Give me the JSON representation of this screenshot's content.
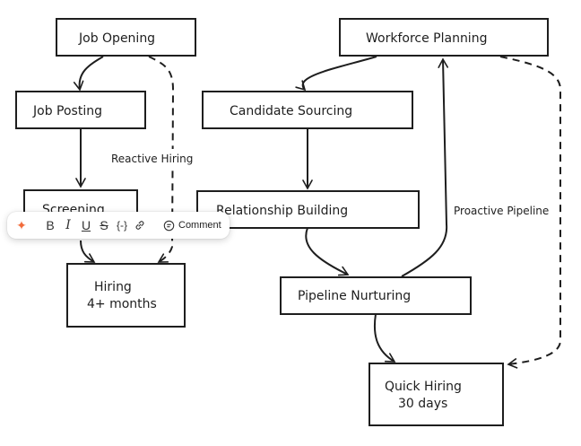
{
  "diagram": {
    "nodes": [
      {
        "id": "job_opening",
        "label": "Job Opening"
      },
      {
        "id": "job_posting",
        "label": "Job Posting"
      },
      {
        "id": "screening",
        "label": "Screening"
      },
      {
        "id": "hiring_line1",
        "label": "Hiring"
      },
      {
        "id": "hiring_line2",
        "label": "4+ months"
      },
      {
        "id": "workforce_planning",
        "label": "Workforce Planning"
      },
      {
        "id": "candidate_sourcing",
        "label": "Candidate Sourcing"
      },
      {
        "id": "relationship_building",
        "label": "Relationship Building"
      },
      {
        "id": "pipeline_nurturing",
        "label": "Pipeline Nurturing"
      },
      {
        "id": "quick_hiring_line1",
        "label": "Quick Hiring"
      },
      {
        "id": "quick_hiring_line2",
        "label": "30 days"
      }
    ],
    "edge_labels": {
      "reactive": "Reactive Hiring",
      "proactive": "Proactive Pipeline"
    },
    "edges": [
      {
        "from": "Job Opening",
        "to": "Job Posting",
        "style": "solid"
      },
      {
        "from": "Job Posting",
        "to": "Screening",
        "style": "solid"
      },
      {
        "from": "Screening",
        "to": "Hiring 4+ months",
        "style": "solid"
      },
      {
        "from": "Job Opening",
        "to": "Hiring 4+ months",
        "style": "dashed",
        "label": "Reactive Hiring"
      },
      {
        "from": "Workforce Planning",
        "to": "Candidate Sourcing",
        "style": "solid"
      },
      {
        "from": "Candidate Sourcing",
        "to": "Relationship Building",
        "style": "solid"
      },
      {
        "from": "Relationship Building",
        "to": "Pipeline Nurturing",
        "style": "solid"
      },
      {
        "from": "Pipeline Nurturing",
        "to": "Workforce Planning",
        "style": "solid"
      },
      {
        "from": "Pipeline Nurturing",
        "to": "Quick Hiring 30 days",
        "style": "solid"
      },
      {
        "from": "Workforce Planning",
        "to": "Quick Hiring 30 days",
        "style": "dashed",
        "label": "Proactive Pipeline"
      }
    ]
  },
  "toolbar": {
    "ai_icon": "sparkle-icon",
    "bold": "B",
    "italic": "I",
    "underline": "U",
    "strike": "S",
    "code": "{-}",
    "link_icon": "link-icon",
    "comment_label": "Comment",
    "accent_color": "#f26b3a"
  }
}
